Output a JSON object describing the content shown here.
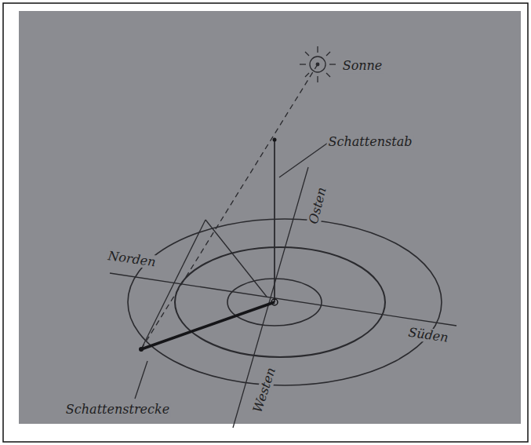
{
  "diagram": {
    "labels": [
      "Sonne",
      "Schattenstab",
      "Osten",
      "Norden",
      "Süden",
      "Westen",
      "Schattenstrecke"
    ]
  }
}
